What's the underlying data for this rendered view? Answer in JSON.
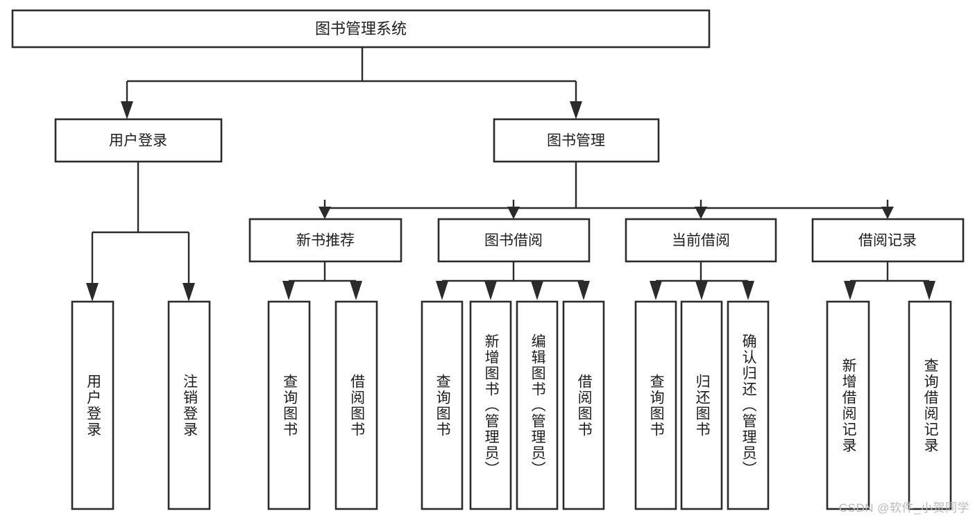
{
  "diagram": {
    "title": "图书管理系统",
    "type": "hierarchy-tree",
    "colors": {
      "box_stroke": "#2b2b2b",
      "box_fill": "#ffffff",
      "connector": "#2b2b2b",
      "text": "#1d1d1d",
      "background": "#ffffff",
      "watermark": "#b9b9b9"
    },
    "root": {
      "label": "图书管理系统"
    },
    "level2": [
      {
        "id": "user-login",
        "label": "用户登录"
      },
      {
        "id": "book-manage",
        "label": "图书管理"
      }
    ],
    "level3": [
      {
        "id": "new-book-recommend",
        "label": "新书推荐",
        "parent": "book-manage"
      },
      {
        "id": "book-borrow",
        "label": "图书借阅",
        "parent": "book-manage"
      },
      {
        "id": "current-borrow",
        "label": "当前借阅",
        "parent": "book-manage"
      },
      {
        "id": "borrow-record",
        "label": "借阅记录",
        "parent": "book-manage"
      }
    ],
    "leaves": [
      {
        "id": "leaf-user-login",
        "label": "用户登录",
        "parent": "user-login"
      },
      {
        "id": "leaf-user-logout",
        "label": "注销登录",
        "parent": "user-login"
      },
      {
        "id": "leaf-query-book-1",
        "label": "查询图书",
        "parent": "new-book-recommend"
      },
      {
        "id": "leaf-borrow-book-1",
        "label": "借阅图书",
        "parent": "new-book-recommend"
      },
      {
        "id": "leaf-query-book-2",
        "label": "查询图书",
        "parent": "book-borrow"
      },
      {
        "id": "leaf-add-book",
        "label": "新增图书（管理员）",
        "parent": "book-borrow"
      },
      {
        "id": "leaf-edit-book",
        "label": "编辑图书（管理员）",
        "parent": "book-borrow"
      },
      {
        "id": "leaf-borrow-book-2",
        "label": "借阅图书",
        "parent": "book-borrow"
      },
      {
        "id": "leaf-query-book-3",
        "label": "查询图书",
        "parent": "current-borrow"
      },
      {
        "id": "leaf-return-book",
        "label": "归还图书",
        "parent": "current-borrow"
      },
      {
        "id": "leaf-confirm-return",
        "label": "确认归还（管理员）",
        "parent": "current-borrow"
      },
      {
        "id": "leaf-add-record",
        "label": "新增借阅记录",
        "parent": "borrow-record"
      },
      {
        "id": "leaf-query-record",
        "label": "查询借阅记录",
        "parent": "borrow-record"
      }
    ],
    "watermark": "CSDN @软件_小贺同学"
  }
}
